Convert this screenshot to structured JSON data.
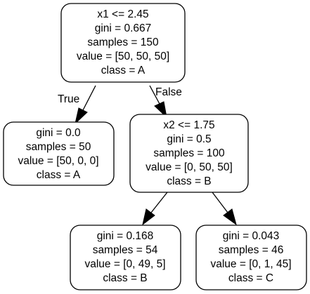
{
  "nodes": [
    {
      "id": "root",
      "lines": [
        "x1 <= 2.45",
        "gini = 0.667",
        "samples = 150",
        "value = [50, 50, 50]",
        "class = A"
      ]
    },
    {
      "id": "left",
      "lines": [
        "gini = 0.0",
        "samples = 50",
        "value = [50, 0, 0]",
        "class = A"
      ]
    },
    {
      "id": "right",
      "lines": [
        "x2 <= 1.75",
        "gini = 0.5",
        "samples = 100",
        "value = [0, 50, 50]",
        "class = B"
      ]
    },
    {
      "id": "right-left",
      "lines": [
        "gini = 0.168",
        "samples = 54",
        "value = [0, 49, 5]",
        "class = B"
      ]
    },
    {
      "id": "right-right",
      "lines": [
        "gini = 0.043",
        "samples = 46",
        "value = [0, 1, 45]",
        "class = C"
      ]
    }
  ],
  "edges": [
    {
      "from": "root",
      "to": "left",
      "label": "True"
    },
    {
      "from": "root",
      "to": "right",
      "label": "False"
    },
    {
      "from": "right",
      "to": "right-left",
      "label": ""
    },
    {
      "from": "right",
      "to": "right-right",
      "label": ""
    }
  ]
}
